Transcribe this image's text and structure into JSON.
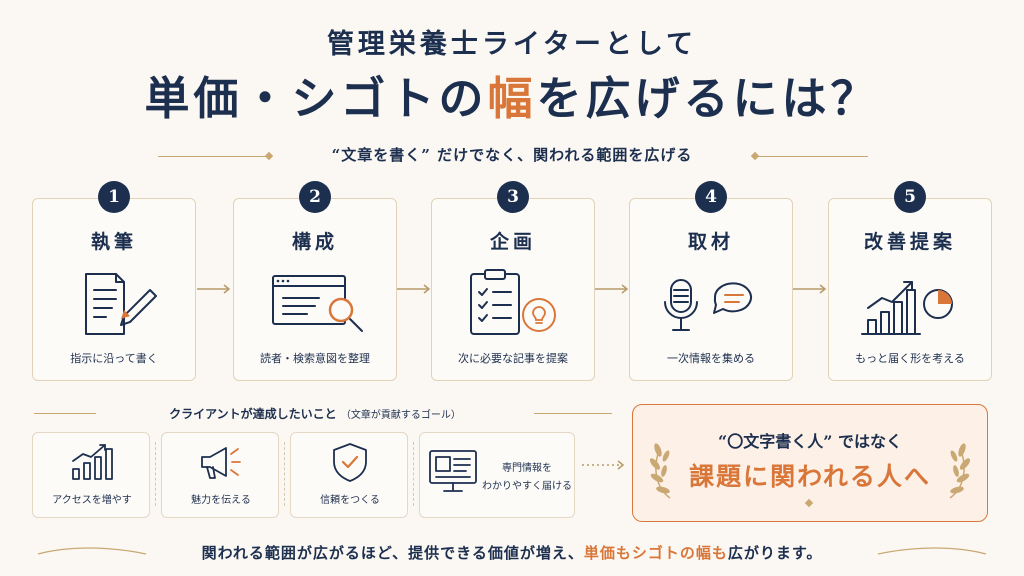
{
  "header": {
    "title_line1": "管理栄養士ライターとして",
    "title_line2_a": "単価・シゴトの",
    "title_line2_hl": "幅",
    "title_line2_b": "を広げるには？",
    "subtitle": "“文章を書く” だけでなく、関われる範囲を広げる"
  },
  "steps": [
    {
      "num": "1",
      "title": "執筆",
      "desc": "指示に沿って書く",
      "icon": "document-pen-icon"
    },
    {
      "num": "2",
      "title": "構成",
      "desc": "読者・検索意図を整理",
      "icon": "browser-search-icon"
    },
    {
      "num": "3",
      "title": "企画",
      "desc": "次に必要な記事を提案",
      "icon": "clipboard-bulb-icon"
    },
    {
      "num": "4",
      "title": "取材",
      "desc": "一次情報を集める",
      "icon": "microphone-chat-icon"
    },
    {
      "num": "5",
      "title": "改善提案",
      "desc": "もっと届く形を考える",
      "icon": "chart-growth-icon"
    }
  ],
  "goals": {
    "heading": "クライアントが達成したいこと",
    "heading_note": "（文章が貢献するゴール）",
    "items": [
      {
        "label": "アクセスを増やす",
        "icon": "bar-chart-icon"
      },
      {
        "label": "魅力を伝える",
        "icon": "megaphone-icon"
      },
      {
        "label": "信頼をつくる",
        "icon": "shield-check-icon"
      },
      {
        "label_line1": "専門情報を",
        "label_line2": "わかりやすく届ける",
        "icon": "monitor-icon"
      }
    ]
  },
  "cta": {
    "line1": "“〇文字書く人” ではなく",
    "line2": "課題に関われる人へ"
  },
  "footer": {
    "text_a": "関われる範囲が広がるほど、提供できる価値が増え、",
    "text_hl": "単価もシゴトの幅も",
    "text_b": "広がります。"
  },
  "colors": {
    "navy": "#1d2f4f",
    "accent": "#d9773a",
    "gold": "#c9a874",
    "background": "#fbf8f3"
  }
}
